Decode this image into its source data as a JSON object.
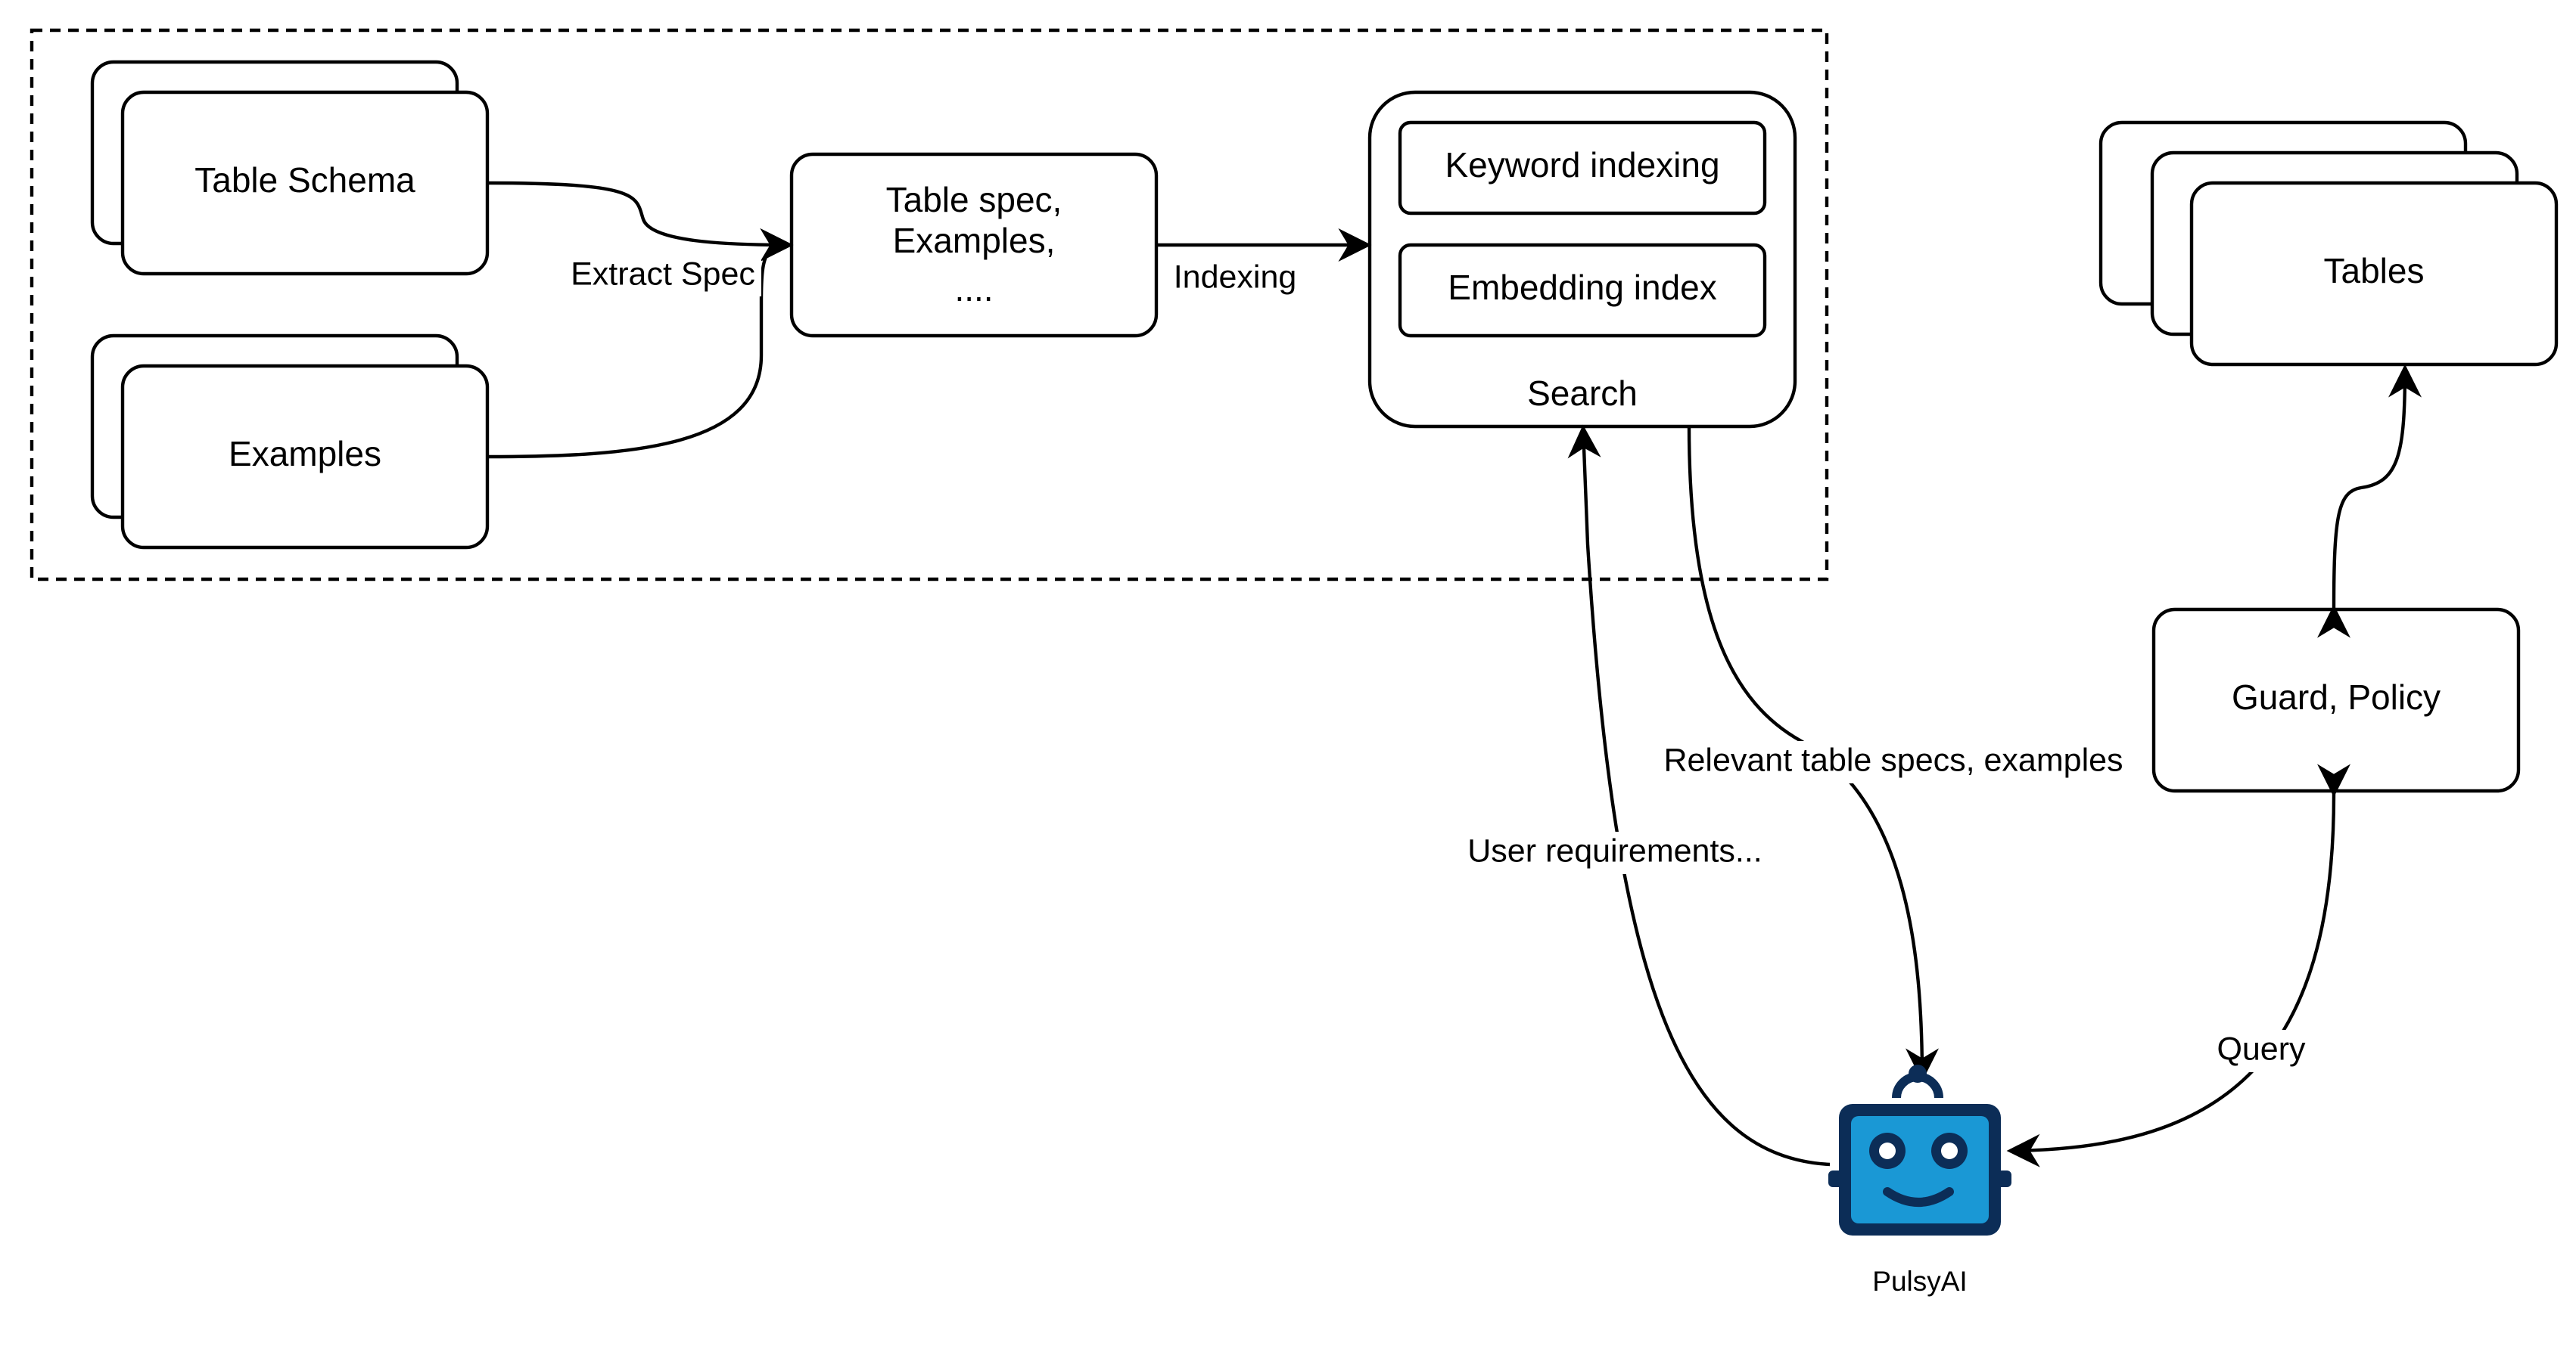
{
  "nodes": {
    "table_schema": "Table Schema",
    "examples": "Examples",
    "table_spec_lines": [
      "Table spec,",
      "Examples,",
      "...."
    ],
    "keyword_indexing": "Keyword indexing",
    "embedding_index": "Embedding index",
    "search": "Search",
    "tables": "Tables",
    "guard_policy": "Guard, Policy",
    "pulsyai": "PulsyAI"
  },
  "edges": {
    "extract_spec": "Extract Spec",
    "indexing": "Indexing",
    "relevant_specs": "Relevant table specs, examples",
    "user_requirements": "User requirements...",
    "query": "Query"
  },
  "colors": {
    "robot_primary": "#1a98d5",
    "robot_outline": "#0c2d57"
  }
}
